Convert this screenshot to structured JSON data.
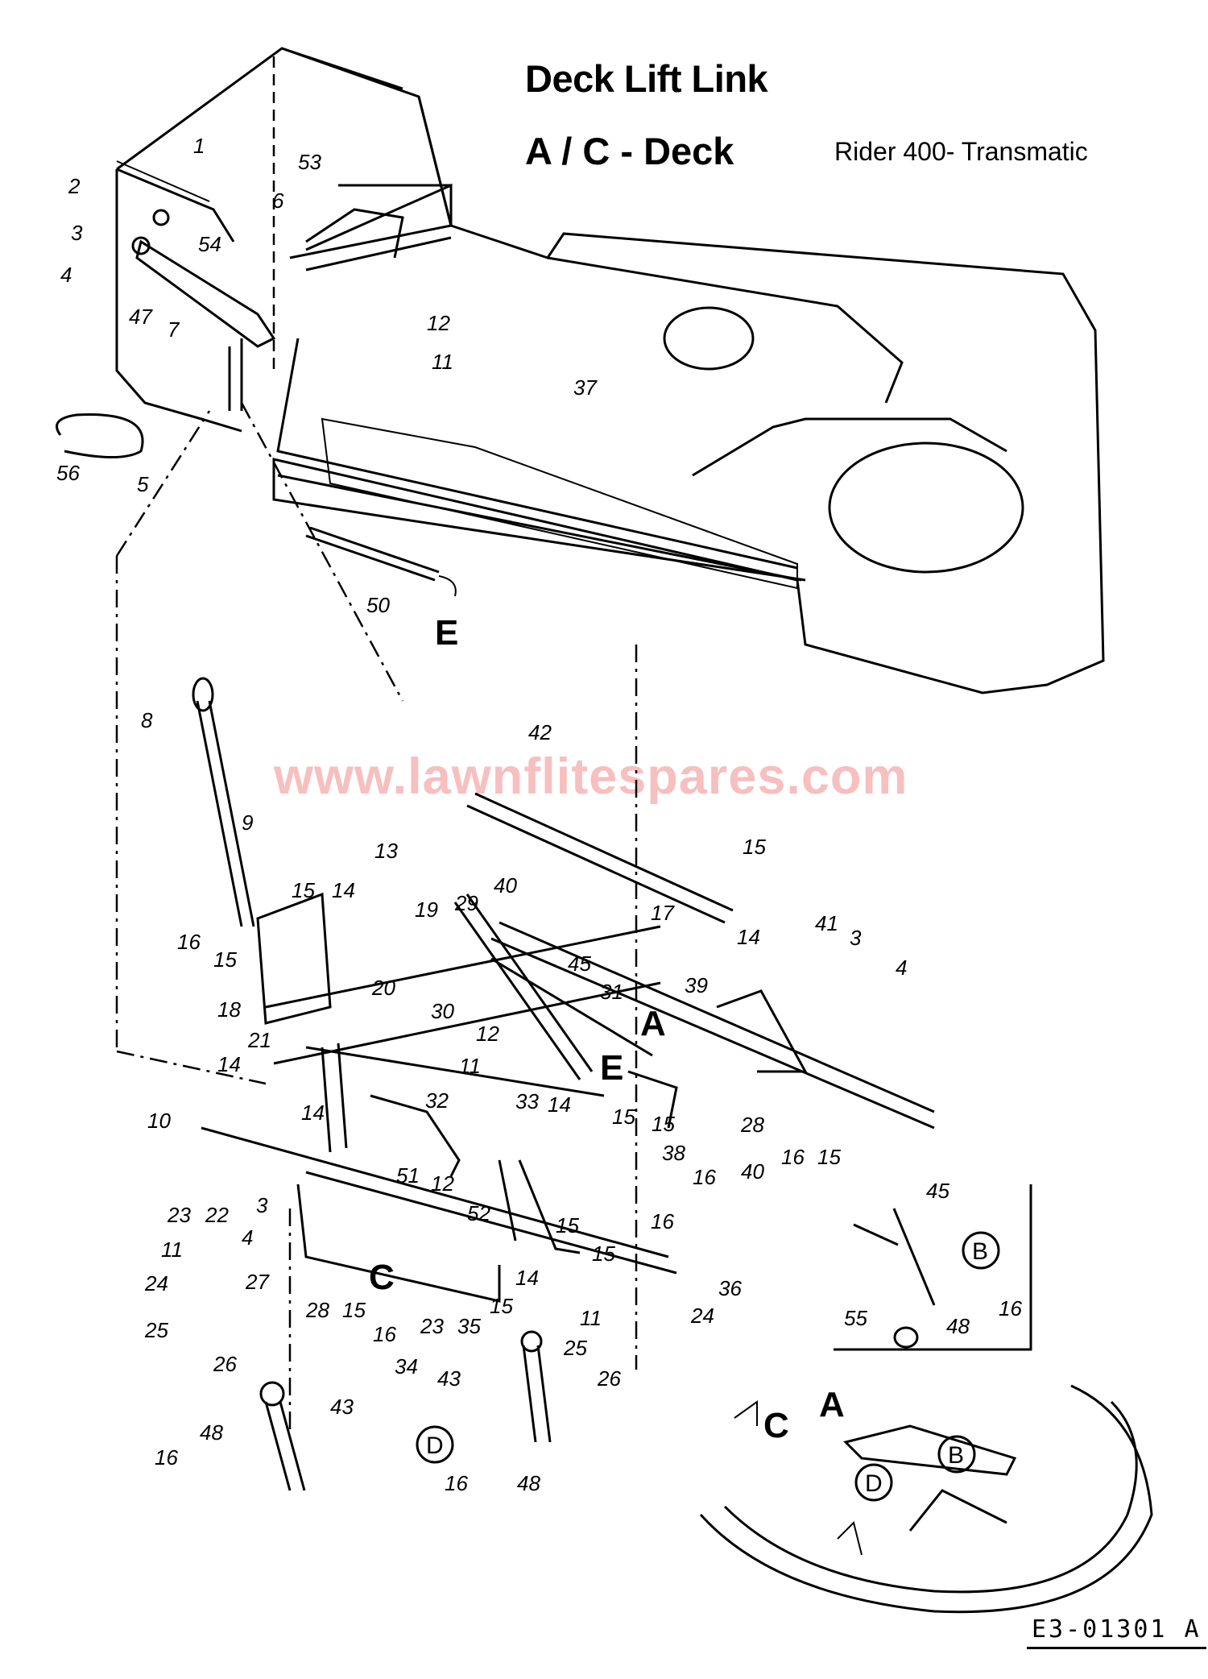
{
  "header": {
    "title": "Deck Lift Link",
    "subtitle": "A / C - Deck",
    "model": "Rider 400- Transmatic"
  },
  "watermark": "www.lawnflitespares.com",
  "drawing_code": "E3-01301 A",
  "callouts": [
    "1",
    "2",
    "3",
    "4",
    "47",
    "6",
    "54",
    "53",
    "7",
    "12",
    "11",
    "37",
    "56",
    "5",
    "50",
    "8",
    "9",
    "42",
    "15",
    "13",
    "15",
    "14",
    "19",
    "29",
    "40",
    "17",
    "14",
    "41",
    "3",
    "4",
    "15",
    "16",
    "18",
    "20",
    "45",
    "31",
    "39",
    "30",
    "21",
    "14",
    "12",
    "11",
    "14",
    "15",
    "10",
    "14",
    "32",
    "33",
    "15",
    "38",
    "28",
    "40",
    "16",
    "15",
    "51",
    "16",
    "23",
    "22",
    "3",
    "12",
    "52",
    "15",
    "16",
    "4",
    "11",
    "15",
    "27",
    "24",
    "28",
    "15",
    "16",
    "34",
    "23",
    "35",
    "15",
    "14",
    "36",
    "25",
    "26",
    "11",
    "24",
    "25",
    "26",
    "45",
    "16",
    "55",
    "48",
    "43",
    "43",
    "16",
    "48",
    "16",
    "48"
  ],
  "section_letters": {
    "E": "E",
    "A": "A",
    "C": "C",
    "A2": "A",
    "C2": "C",
    "E2": "E"
  },
  "circled_letters": [
    "B",
    "D",
    "B",
    "D"
  ]
}
